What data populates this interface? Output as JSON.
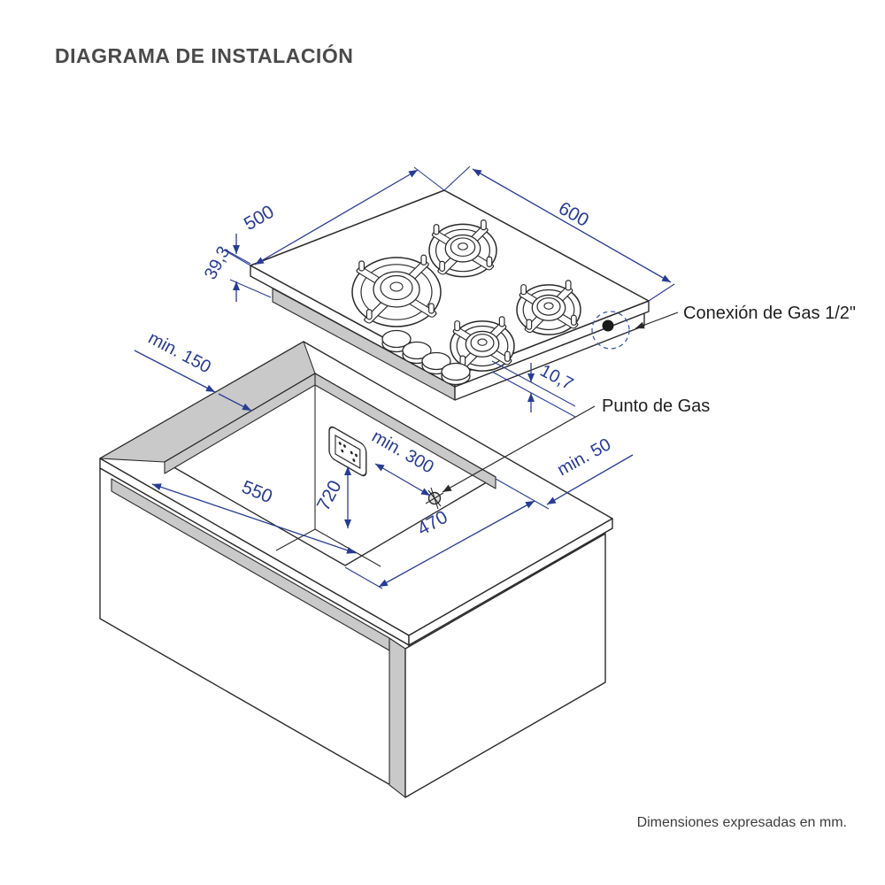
{
  "title": "DIAGRAMA DE INSTALACIÓN",
  "footer": "Dimensiones expresadas en mm.",
  "labels": {
    "gas_connection": "Conexión de Gas 1/2\"",
    "gas_point": "Punto de Gas"
  },
  "dimensions": {
    "cooktop_width": "500",
    "cooktop_depth": "600",
    "cooktop_height": "39,3",
    "glass_lip": "10,7",
    "back_clearance": "min. 150",
    "cutout_width": "550",
    "outlet_height": "720",
    "gas_distance": "min. 300",
    "cutout_depth": "470",
    "side_clearance": "min. 50"
  },
  "colors": {
    "dimension_blue": "#283c94",
    "line_black": "#2a2a2a",
    "panel_gray": "#c9c9c9",
    "title_gray": "#4a4a4a"
  }
}
